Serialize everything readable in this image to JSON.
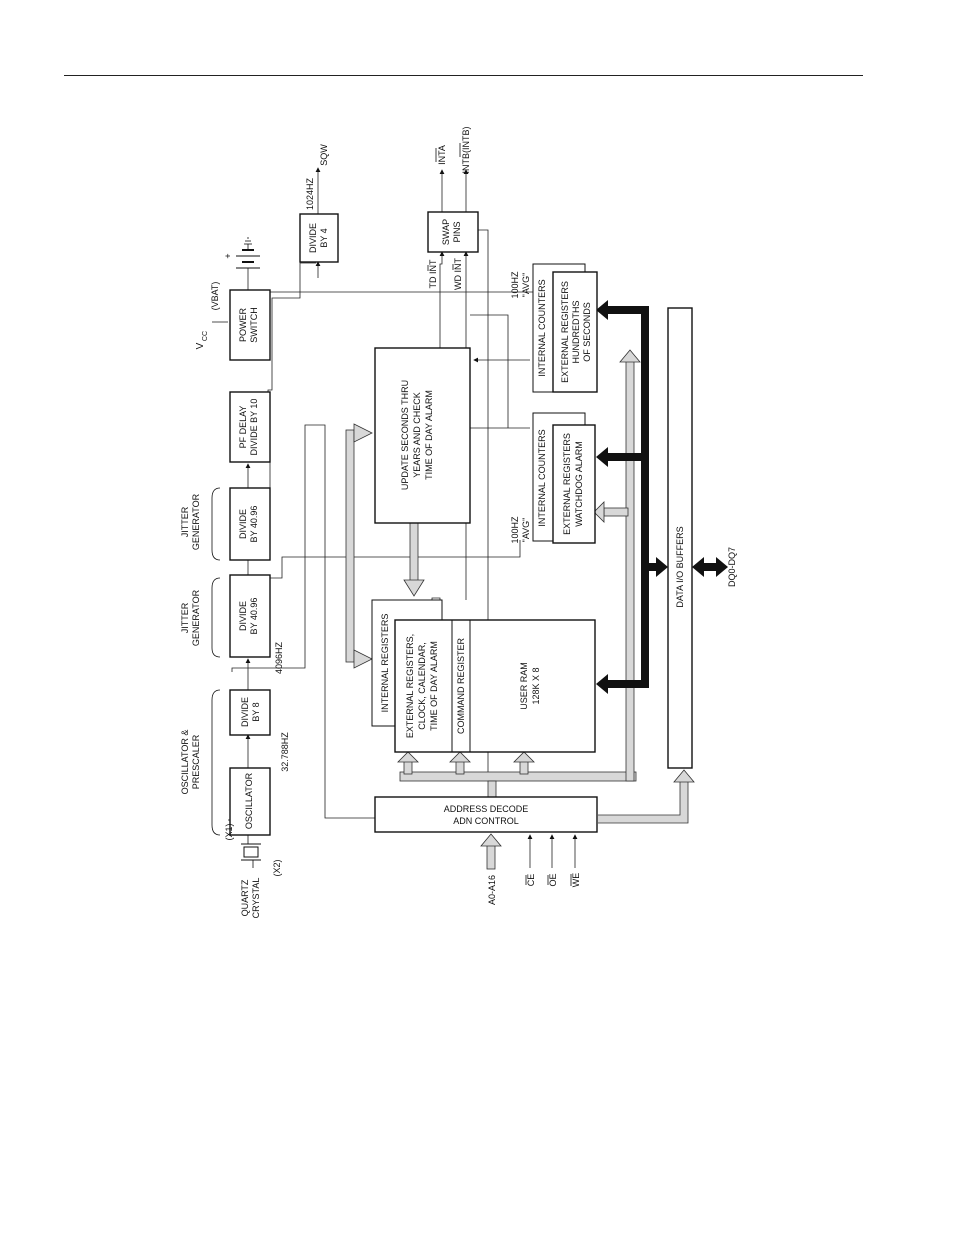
{
  "blocks": {
    "oscillator": "OSCILLATOR",
    "divide_8": [
      "DIVIDE",
      "BY 8"
    ],
    "divide_4096_a": [
      "DIVIDE",
      "BY 40.96"
    ],
    "divide_4096_b": [
      "DIVIDE",
      "BY 40.96"
    ],
    "pf_delay": [
      "PF DELAY",
      "DIVIDE BY 10"
    ],
    "power_switch": [
      "POWER",
      "SWITCH"
    ],
    "divide_4": [
      "DIVIDE",
      "BY 4"
    ],
    "swap_pins": [
      "SWAP",
      "PINS"
    ],
    "update": [
      "UPDATE SECONDS THRU",
      "YEARS AND CHECK",
      "TIME OF DAY ALARM"
    ],
    "internal_registers": "INTERNAL REGISTERS",
    "external_registers": [
      "EXTERNAL REGISTERS,",
      "CLOCK, CALENDAR,",
      "TIME OF DAY ALARM"
    ],
    "command_register": "COMMAND REGISTER",
    "user_ram": [
      "USER RAM",
      "128K X 8"
    ],
    "internal_counters_a": "INTERNAL COUNTERS",
    "watchdog": [
      "EXTERNAL REGISTERS",
      "WATCHDOG ALARM"
    ],
    "internal_counters_b": "INTERNAL COUNTERS",
    "hundredths": [
      "EXTERNAL REGISTERS",
      "HUNDREDTHS",
      "OF SECONDS"
    ],
    "address_decode": [
      "ADDRESS DECODE",
      "ADN CONTROL"
    ],
    "data_buffers": "DATA I/O BUFFERS"
  },
  "labels": {
    "osc_prescaler": [
      "OSCILLATOR &",
      "PRESCALER"
    ],
    "jitter_a": [
      "JITTER",
      "GENERATOR"
    ],
    "jitter_b": [
      "JITTER",
      "GENERATOR"
    ],
    "quartz": [
      "QUARTZ",
      "CRYSTAL"
    ],
    "x1": "(X1)",
    "x2": "(X2)",
    "freq_32788": "32.788HZ",
    "freq_4096": "4096HZ",
    "freq_1024": "1024HZ",
    "sqw": "SQW",
    "vcc": "V",
    "vcc_sub": "CC",
    "vbat": "(VBAT)",
    "plus": "+",
    "inta": "INTA",
    "intb": "INTB(INTB)",
    "td_int": "TD INT",
    "wd_int": "WD INT",
    "hz100_a": [
      "100HZ",
      "\"AVG\""
    ],
    "hz100_b": [
      "100HZ",
      "\"AVG\""
    ],
    "a0_a16": "A0-A16",
    "ce": "CE",
    "oe": "OE",
    "we": "WE",
    "dq": "DQ0-DQ7"
  }
}
